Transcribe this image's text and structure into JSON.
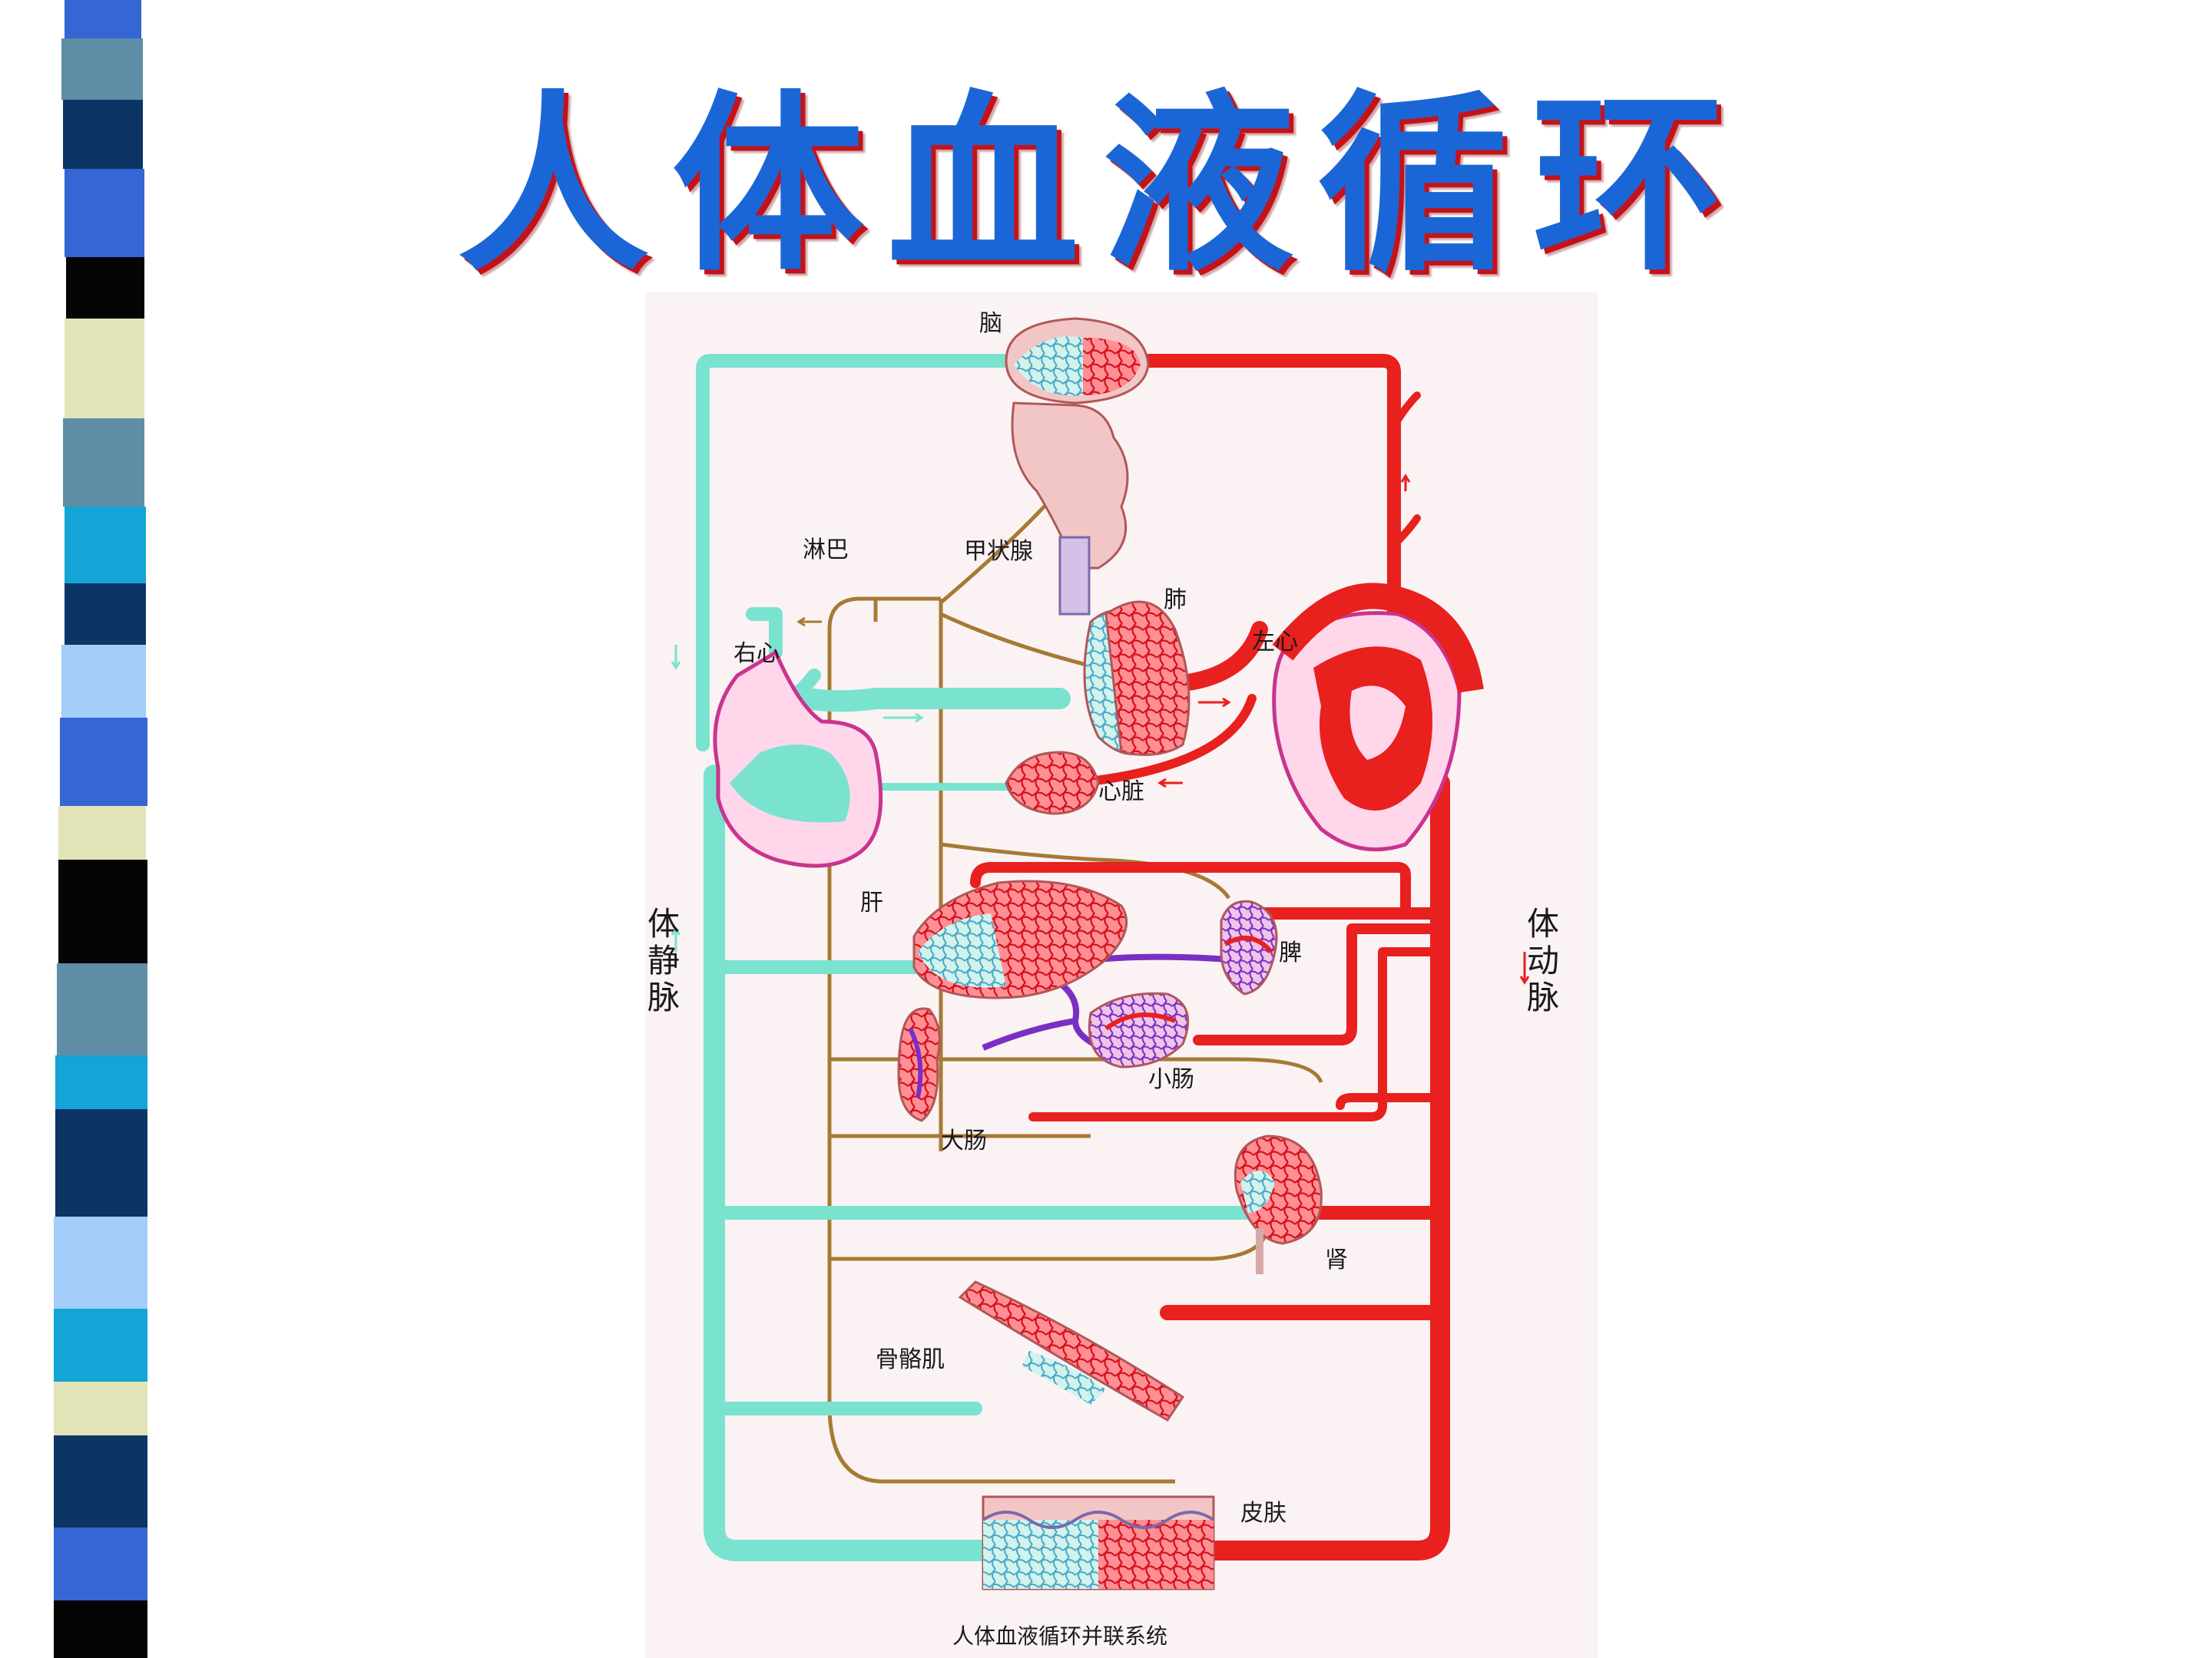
{
  "title": "人体血液循环",
  "caption": "人体血液循环并联系统",
  "labels": {
    "brain": "脑",
    "lymph": "淋巴",
    "thyroid": "甲状腺",
    "lung": "肺",
    "left_heart": "左心",
    "right_heart": "右心",
    "heart": "心脏",
    "liver": "肝",
    "spleen": "脾",
    "systemic_vein": "体静脉",
    "systemic_artery": "体动脉",
    "small_intestine": "小肠",
    "large_intestine": "大肠",
    "kidney": "肾",
    "skeletal_muscle": "骨骼肌",
    "skin": "皮肤"
  },
  "colors": {
    "title_blue": "#1a66d6",
    "title_shadow": "#c4121a",
    "artery_red": "#e8201e",
    "vein_teal": "#79e3d0",
    "lymph_brown": "#a67a35",
    "portal_purple": "#7a2fc4",
    "panel_bg": "#fbf2f3",
    "stripe_navy": "#0c3566",
    "stripe_steel": "#5f8ea6",
    "stripe_cyan": "#14a4d6",
    "stripe_royal": "#3566d4",
    "stripe_black": "#050505",
    "stripe_cream": "#e3e3b8",
    "stripe_sky": "#a4cef8"
  },
  "icons": [
    "brain-icon",
    "lung-icon",
    "heart-icon",
    "liver-icon",
    "spleen-icon",
    "intestine-icon",
    "kidney-icon",
    "muscle-icon",
    "skin-icon"
  ]
}
